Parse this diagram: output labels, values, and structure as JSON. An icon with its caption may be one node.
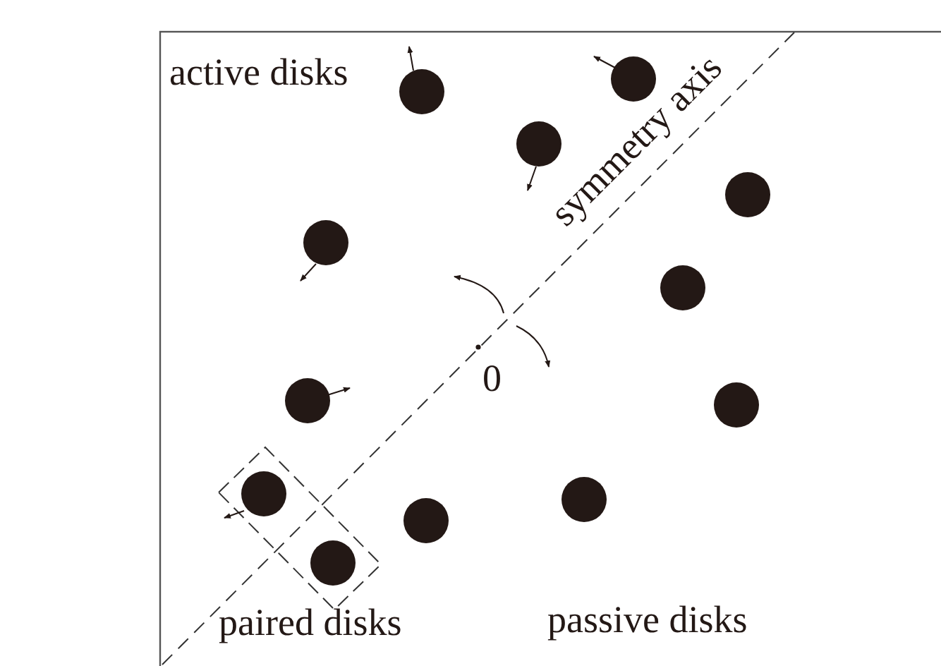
{
  "diagram": {
    "labels": [
      "active disks",
      "symmetry axis",
      "0",
      "paired disks",
      "passive disks"
    ]
  }
}
